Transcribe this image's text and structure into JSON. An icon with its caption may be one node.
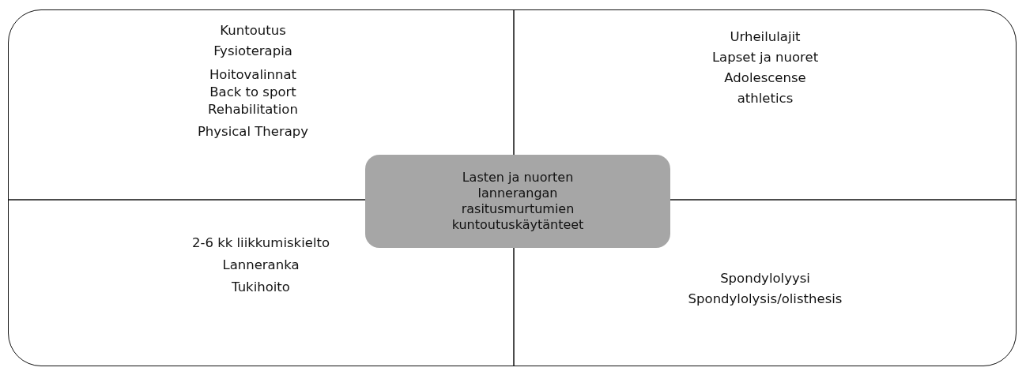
{
  "diagram": {
    "nodes": [
      {
        "text": [],
        "shape": "box"
      },
      {
        "text": [
          "Lasten ja nuorten lannerangan rasitusmurtumien kuntoutuskäytänteet"
        ],
        "in": 0
      }
    ],
    "labels": [
      "Kuntoutus",
      "Fysioterapia",
      "Hoitovalinnat",
      "Back to sport",
      "Rehabilitation",
      "Physical Therapy",
      "Urheilulajit",
      "Lapset ja nuoret",
      "Adolescense",
      "athletics",
      "2-6 kk liikkumiskielto",
      "Lanneranka",
      "Tukihoito",
      "Spondylolyysi",
      "Spondylolysis/olisthesis"
    ]
  }
}
